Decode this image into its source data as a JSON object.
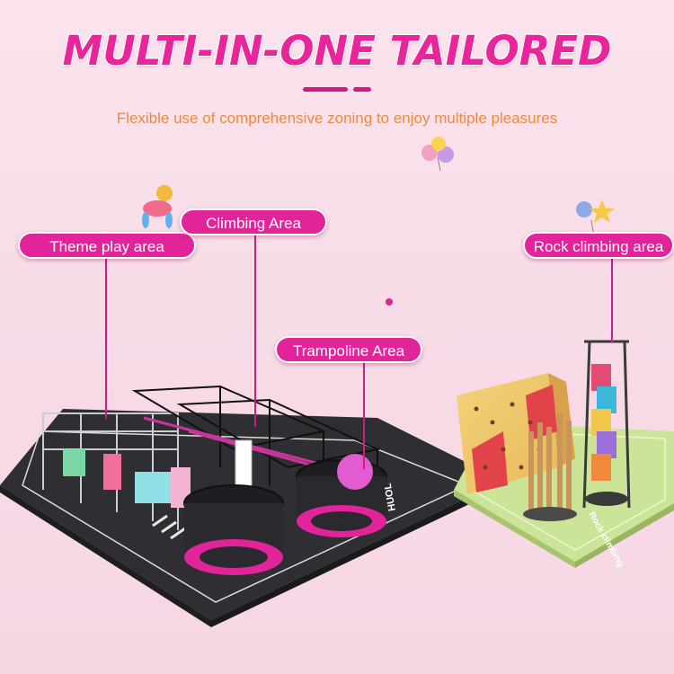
{
  "header": {
    "title": "MULTI-IN-ONE TAILORED",
    "subtitle": "Flexible use of comprehensive zoning to enjoy multiple pleasures"
  },
  "callouts": {
    "theme": "Theme play area",
    "climbing": "Climbing Area",
    "trampoline": "Trampoline Area",
    "rock": "Rock climbing area"
  },
  "floor_labels": {
    "brand": "HUOL",
    "rock_mat": "Rock climbing"
  },
  "colors": {
    "accent": "#e1249a",
    "title": "#e8259a",
    "subtitle": "#ee8a3e",
    "background": "#fbe4ee"
  },
  "icons": [
    "balloon-bunch-icon",
    "balloon-dog-icon",
    "balloon-pair-icon"
  ]
}
